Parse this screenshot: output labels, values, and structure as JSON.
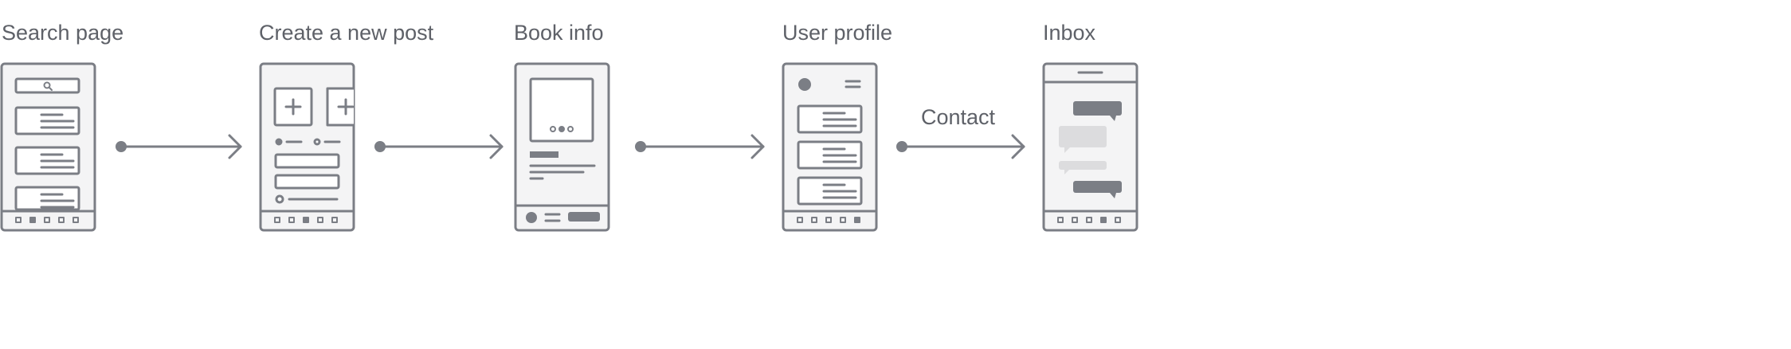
{
  "diagram": {
    "colors": {
      "stroke": "#7b7e85",
      "screen_bg": "#f4f4f5",
      "bubble_light": "#dcdcde",
      "text": "#5e6168"
    },
    "screens": [
      {
        "title": "Search page",
        "icon": "search-page-wireframe-icon"
      },
      {
        "title": "Create a new post",
        "icon": "create-post-wireframe-icon"
      },
      {
        "title": "Book info",
        "icon": "book-info-wireframe-icon"
      },
      {
        "title": "User profile",
        "icon": "user-profile-wireframe-icon"
      },
      {
        "title": "Inbox",
        "icon": "inbox-wireframe-icon"
      }
    ],
    "connectors": [
      {
        "from": "Search page",
        "to": "Create a new post",
        "label": ""
      },
      {
        "from": "Create a new post",
        "to": "Book info",
        "label": ""
      },
      {
        "from": "Book info",
        "to": "User profile",
        "label": ""
      },
      {
        "from": "User profile",
        "to": "Inbox",
        "label": "Contact"
      }
    ]
  }
}
